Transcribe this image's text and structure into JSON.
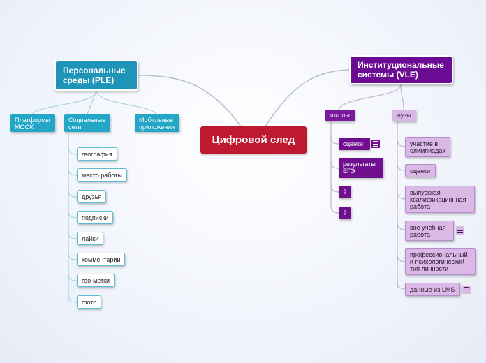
{
  "central": {
    "label": "Цифровой след"
  },
  "ple": {
    "title": "Персональные среды (PLE)",
    "children": {
      "mooc": "Платформы MOOK",
      "social": "Социальные сети",
      "mobile": "Мобильные приложения"
    },
    "social_leaves": [
      "география",
      "место работы",
      "друзья",
      "подписки",
      "лайки",
      "комментарии",
      "гео-метки",
      "фото"
    ]
  },
  "vle": {
    "title": "Институциональные системы (VLE)",
    "schools": {
      "label": "школы",
      "leaves": [
        "оценки",
        "результаты ЕГЭ",
        "?",
        "?"
      ]
    },
    "universities": {
      "label": "вузы",
      "leaves": [
        "участие в олимпиадах",
        "оценки",
        "выпускная квалификационная работа",
        "вне учебная работа",
        "профессиональный и психологический тип личности",
        "данные из LMS"
      ]
    }
  },
  "colors": {
    "central": "#bf1930",
    "ple": "#1e95b8",
    "vle": "#6b0a92",
    "connector": "#b8bfcc"
  },
  "icons": {
    "note": "note-icon"
  }
}
